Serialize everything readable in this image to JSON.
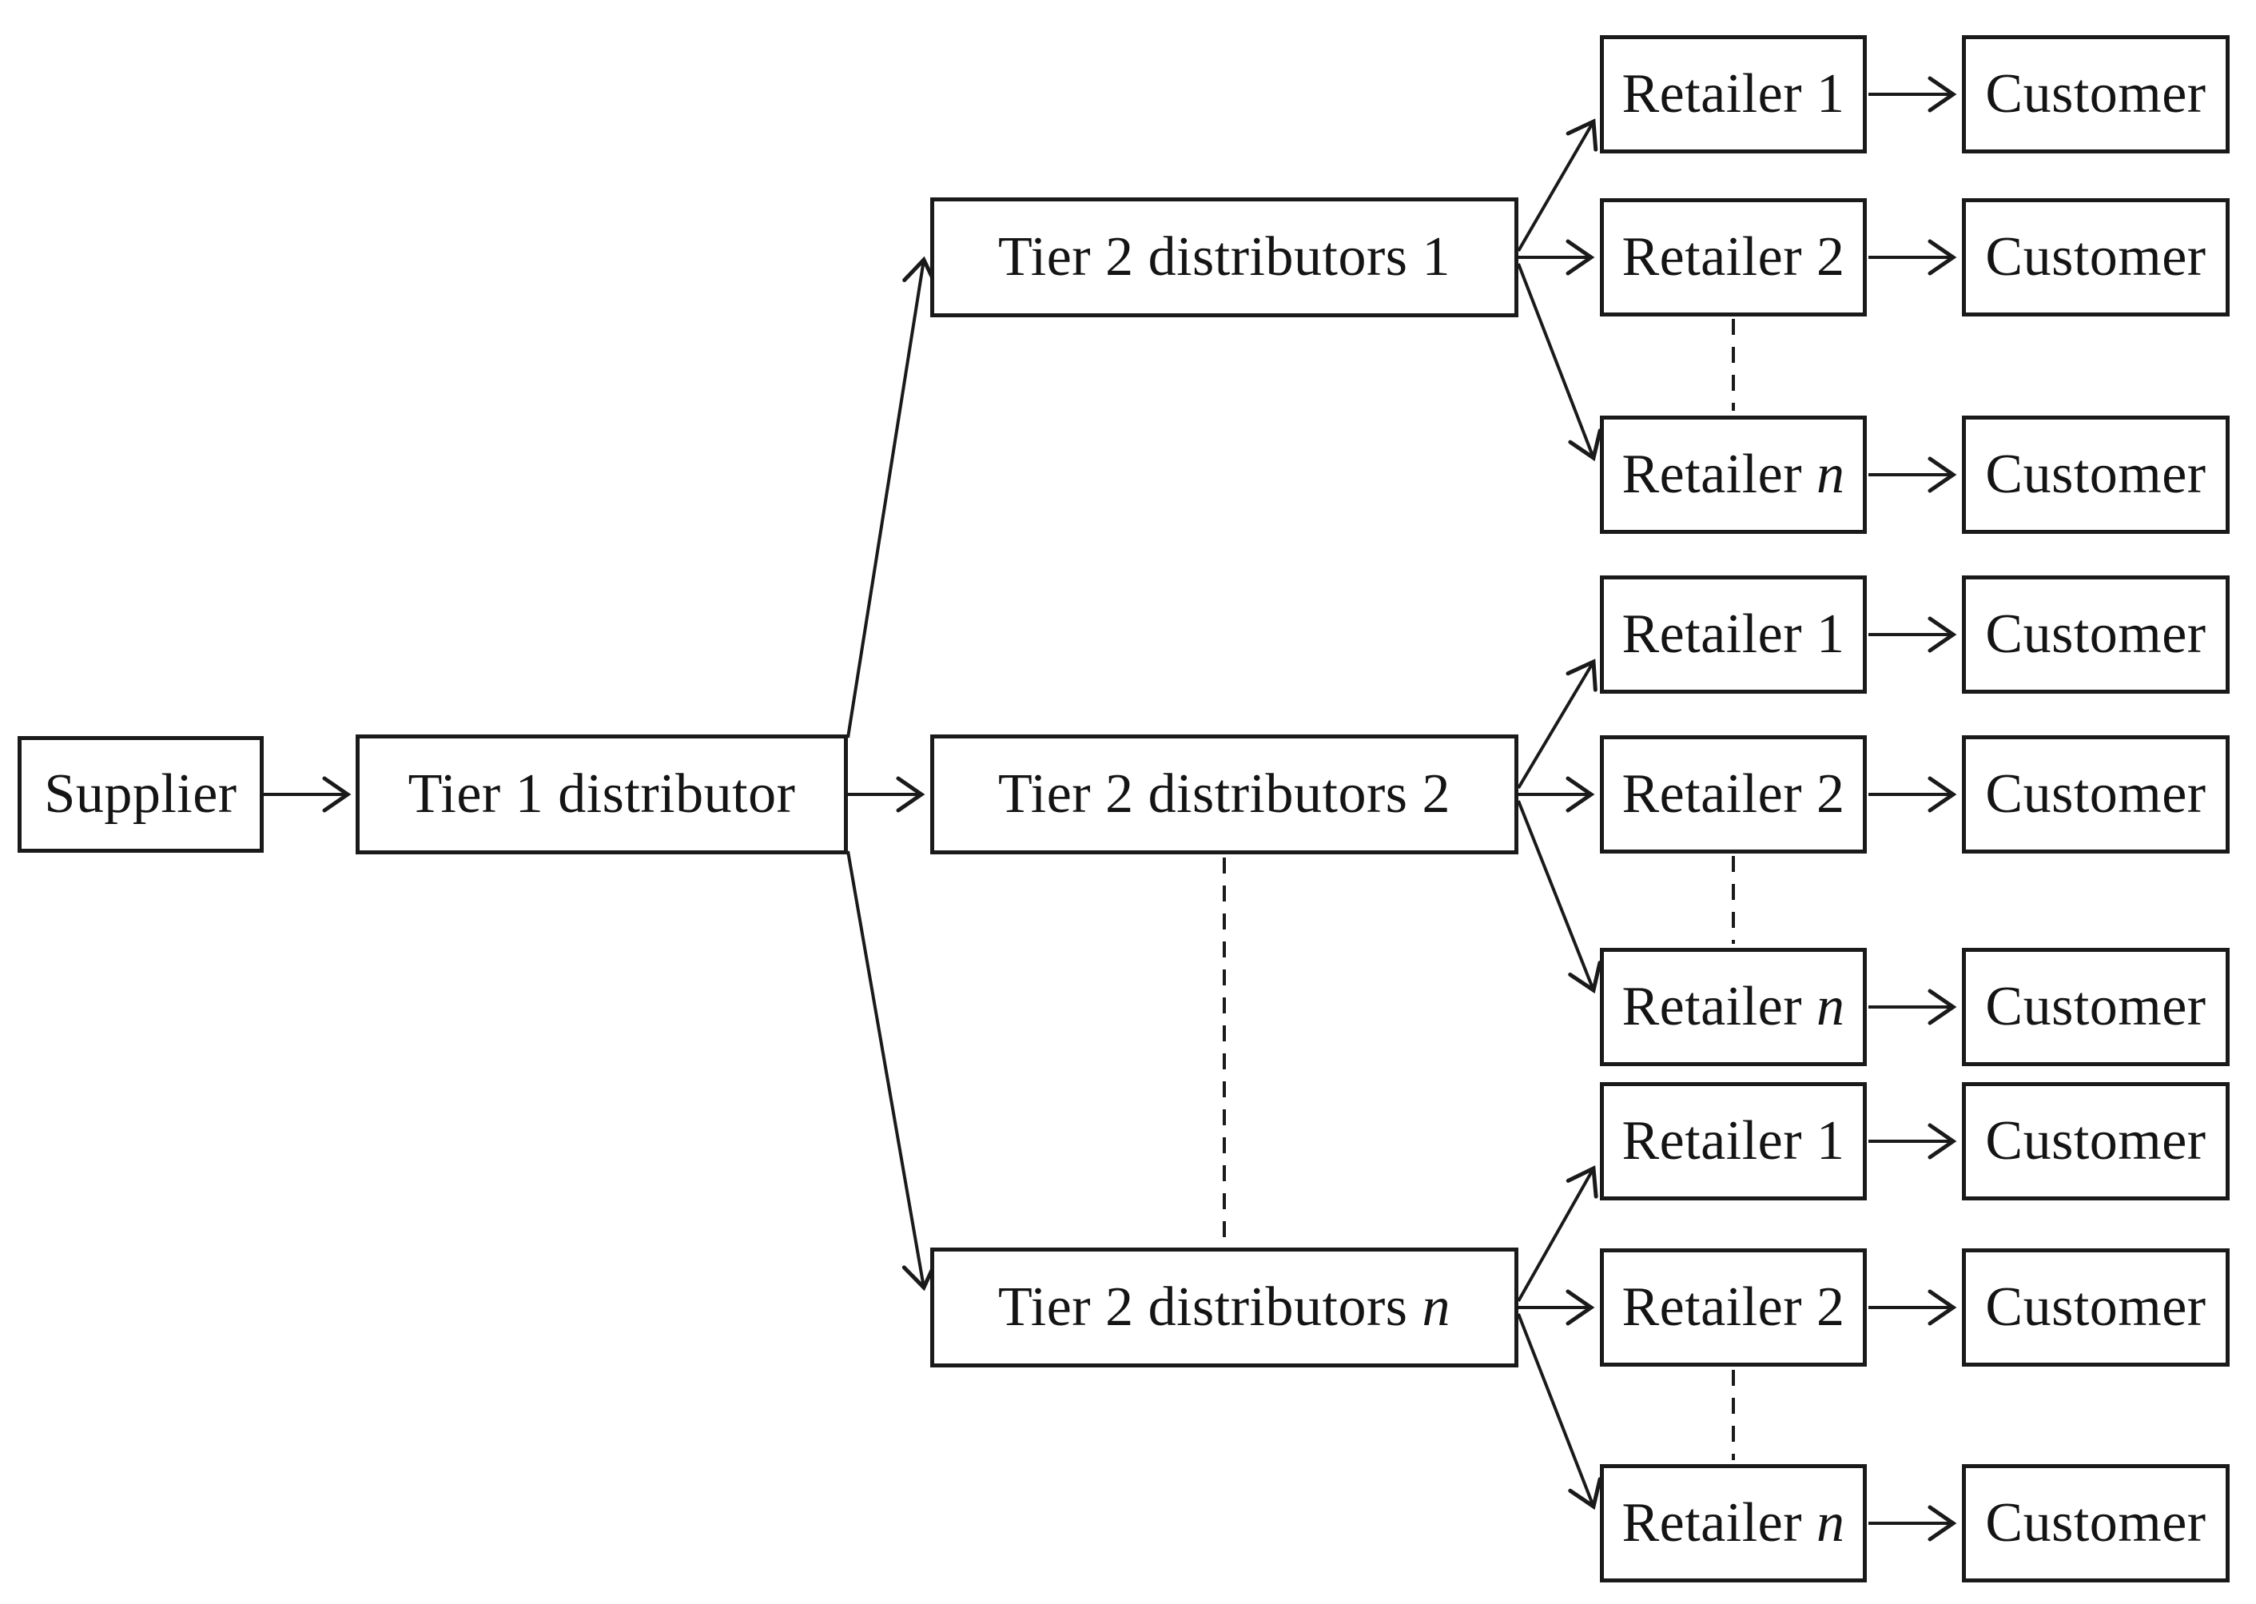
{
  "colors": {
    "line_color": "#1a1a1a",
    "box_border": "#1a1a1a",
    "background": "#ffffff",
    "text_color": "#141414"
  },
  "nodes": {
    "supplier": {
      "pre": "Supplier",
      "it": ""
    },
    "tier1": {
      "pre": "Tier 1 distributor",
      "it": ""
    },
    "tier2": [
      {
        "pre": "Tier 2 distributors 1",
        "it": ""
      },
      {
        "pre": "Tier 2 distributors 2",
        "it": ""
      },
      {
        "pre": "Tier 2 distributors ",
        "it": "n"
      }
    ],
    "retailers": [
      [
        {
          "pre": "Retailer 1",
          "it": ""
        },
        {
          "pre": "Retailer 2",
          "it": ""
        },
        {
          "pre": "Retailer ",
          "it": "n"
        }
      ],
      [
        {
          "pre": "Retailer 1",
          "it": ""
        },
        {
          "pre": "Retailer 2",
          "it": ""
        },
        {
          "pre": "Retailer ",
          "it": "n"
        }
      ],
      [
        {
          "pre": "Retailer 1",
          "it": ""
        },
        {
          "pre": "Retailer 2",
          "it": ""
        },
        {
          "pre": "Retailer ",
          "it": "n"
        }
      ]
    ],
    "customer": {
      "pre": "Customer",
      "it": ""
    }
  }
}
